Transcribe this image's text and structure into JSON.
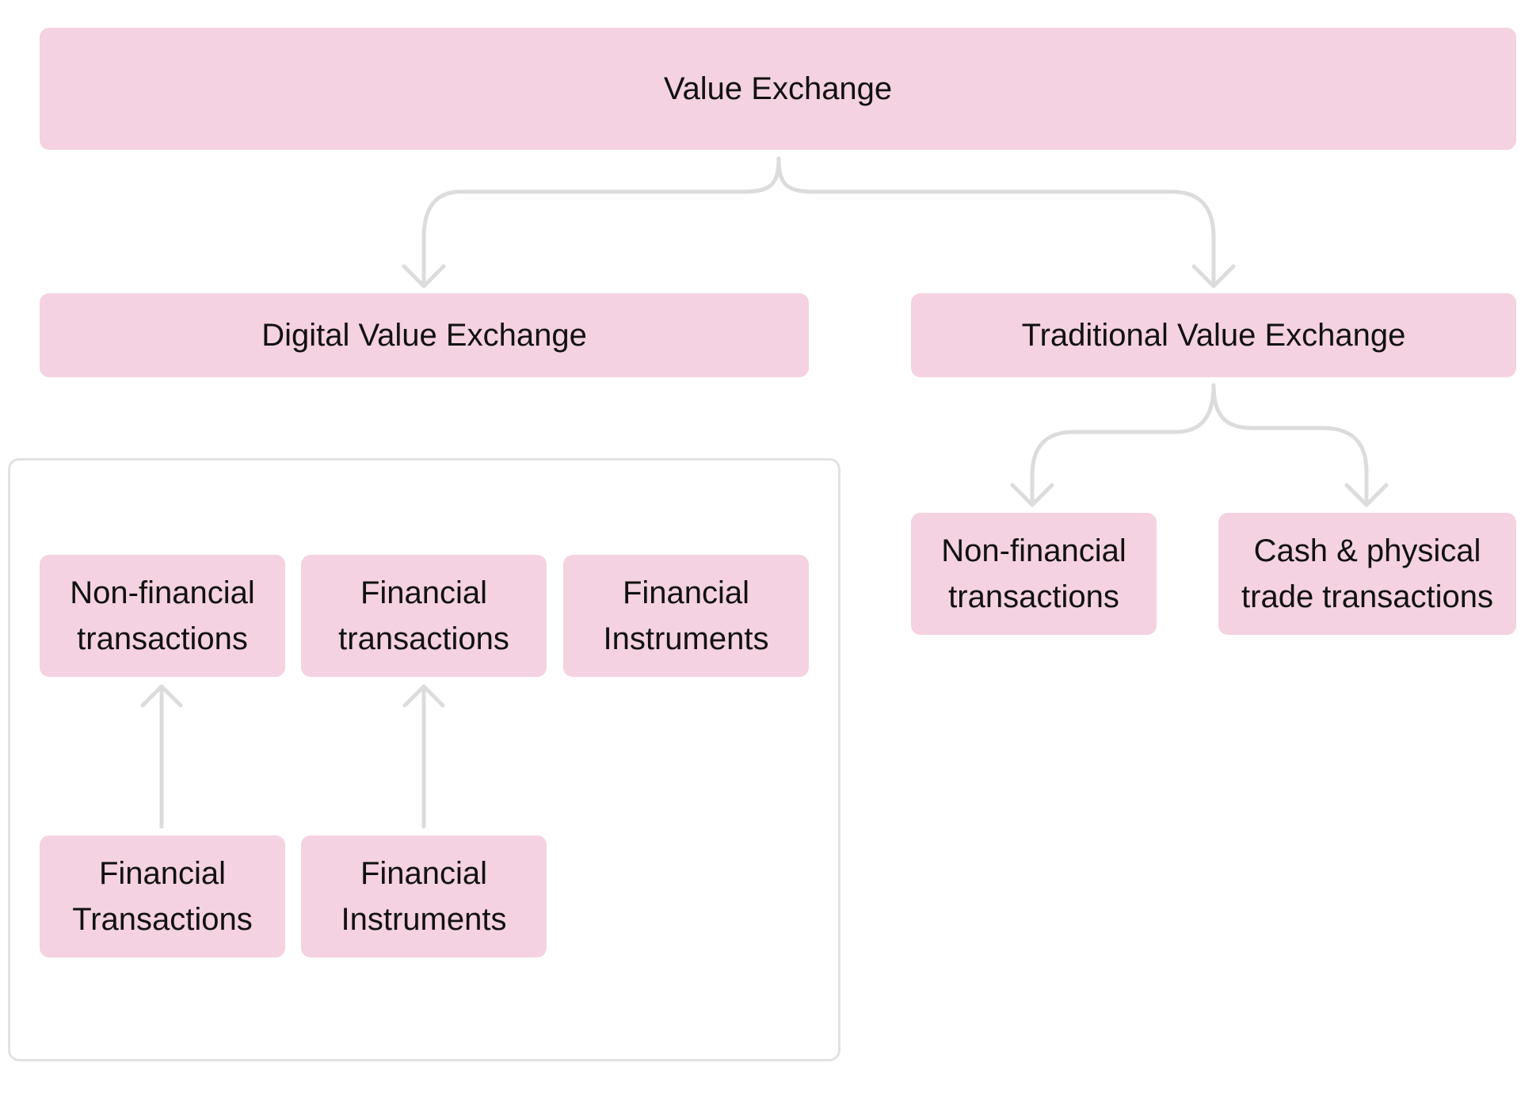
{
  "colors": {
    "node_fill": "#f5d2e1",
    "connector": "#dcdcdc",
    "frame_border": "#e2e2e2",
    "text": "#111111"
  },
  "root": {
    "label": "Value Exchange"
  },
  "digital": {
    "label": "Digital Value Exchange",
    "row1": [
      {
        "line1": "Non-financial",
        "line2": "transactions"
      },
      {
        "line1": "Financial",
        "line2": "transactions"
      },
      {
        "line1": "Financial",
        "line2": "Instruments"
      }
    ],
    "row2": [
      {
        "line1": "Financial",
        "line2": "Transactions"
      },
      {
        "line1": "Financial",
        "line2": "Instruments"
      }
    ]
  },
  "traditional": {
    "label": "Traditional Value Exchange",
    "children": [
      {
        "line1": "Non-financial",
        "line2": "transactions"
      },
      {
        "line1": "Cash & physical",
        "line2": "trade transactions"
      }
    ]
  }
}
